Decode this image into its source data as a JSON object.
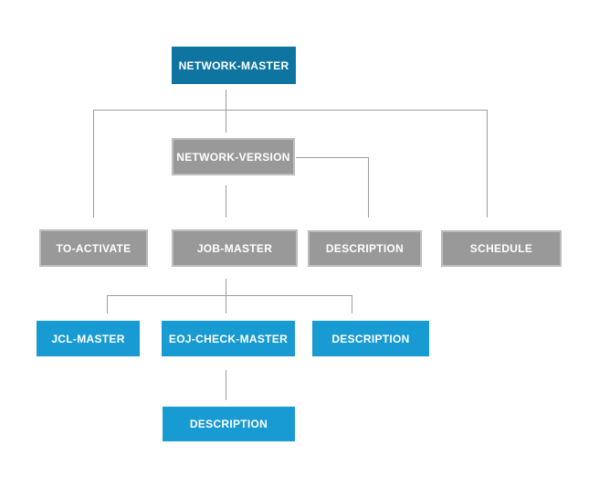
{
  "diagram": {
    "type": "hierarchy-tree",
    "nodes": [
      {
        "id": "network-master",
        "label": "NETWORK-MASTER",
        "level": 1,
        "style": "root"
      },
      {
        "id": "network-version",
        "label": "NETWORK-VERSION",
        "level": 2,
        "style": "branch"
      },
      {
        "id": "to-activate",
        "label": "TO-ACTIVATE",
        "level": 3,
        "style": "branch"
      },
      {
        "id": "job-master",
        "label": "JOB-MASTER",
        "level": 3,
        "style": "branch"
      },
      {
        "id": "description-1",
        "label": "DESCRIPTION",
        "level": 3,
        "style": "branch"
      },
      {
        "id": "schedule",
        "label": "SCHEDULE",
        "level": 3,
        "style": "branch"
      },
      {
        "id": "jcl-master",
        "label": "JCL-MASTER",
        "level": 4,
        "style": "leaf"
      },
      {
        "id": "eoj-check-master",
        "label": "EOJ-CHECK-MASTER",
        "level": 4,
        "style": "leaf"
      },
      {
        "id": "description-2",
        "label": "DESCRIPTION",
        "level": 4,
        "style": "leaf"
      },
      {
        "id": "description-3",
        "label": "DESCRIPTION",
        "level": 5,
        "style": "leaf"
      }
    ],
    "edges": [
      {
        "from": "network-master",
        "to": "network-version"
      },
      {
        "from": "network-master",
        "to": "to-activate"
      },
      {
        "from": "network-master",
        "to": "schedule"
      },
      {
        "from": "network-version",
        "to": "job-master"
      },
      {
        "from": "network-version",
        "to": "description-1"
      },
      {
        "from": "job-master",
        "to": "jcl-master"
      },
      {
        "from": "job-master",
        "to": "eoj-check-master"
      },
      {
        "from": "job-master",
        "to": "description-2"
      },
      {
        "from": "eoj-check-master",
        "to": "description-3"
      }
    ]
  },
  "colors": {
    "root_fill": "#0E74A0",
    "branch_fill": "#999999",
    "branch_border": "#BDBDBD",
    "leaf_fill": "#189AD2",
    "connector": "#9D9D9D",
    "text": "#FFFFFF",
    "background": "#FFFFFF"
  }
}
